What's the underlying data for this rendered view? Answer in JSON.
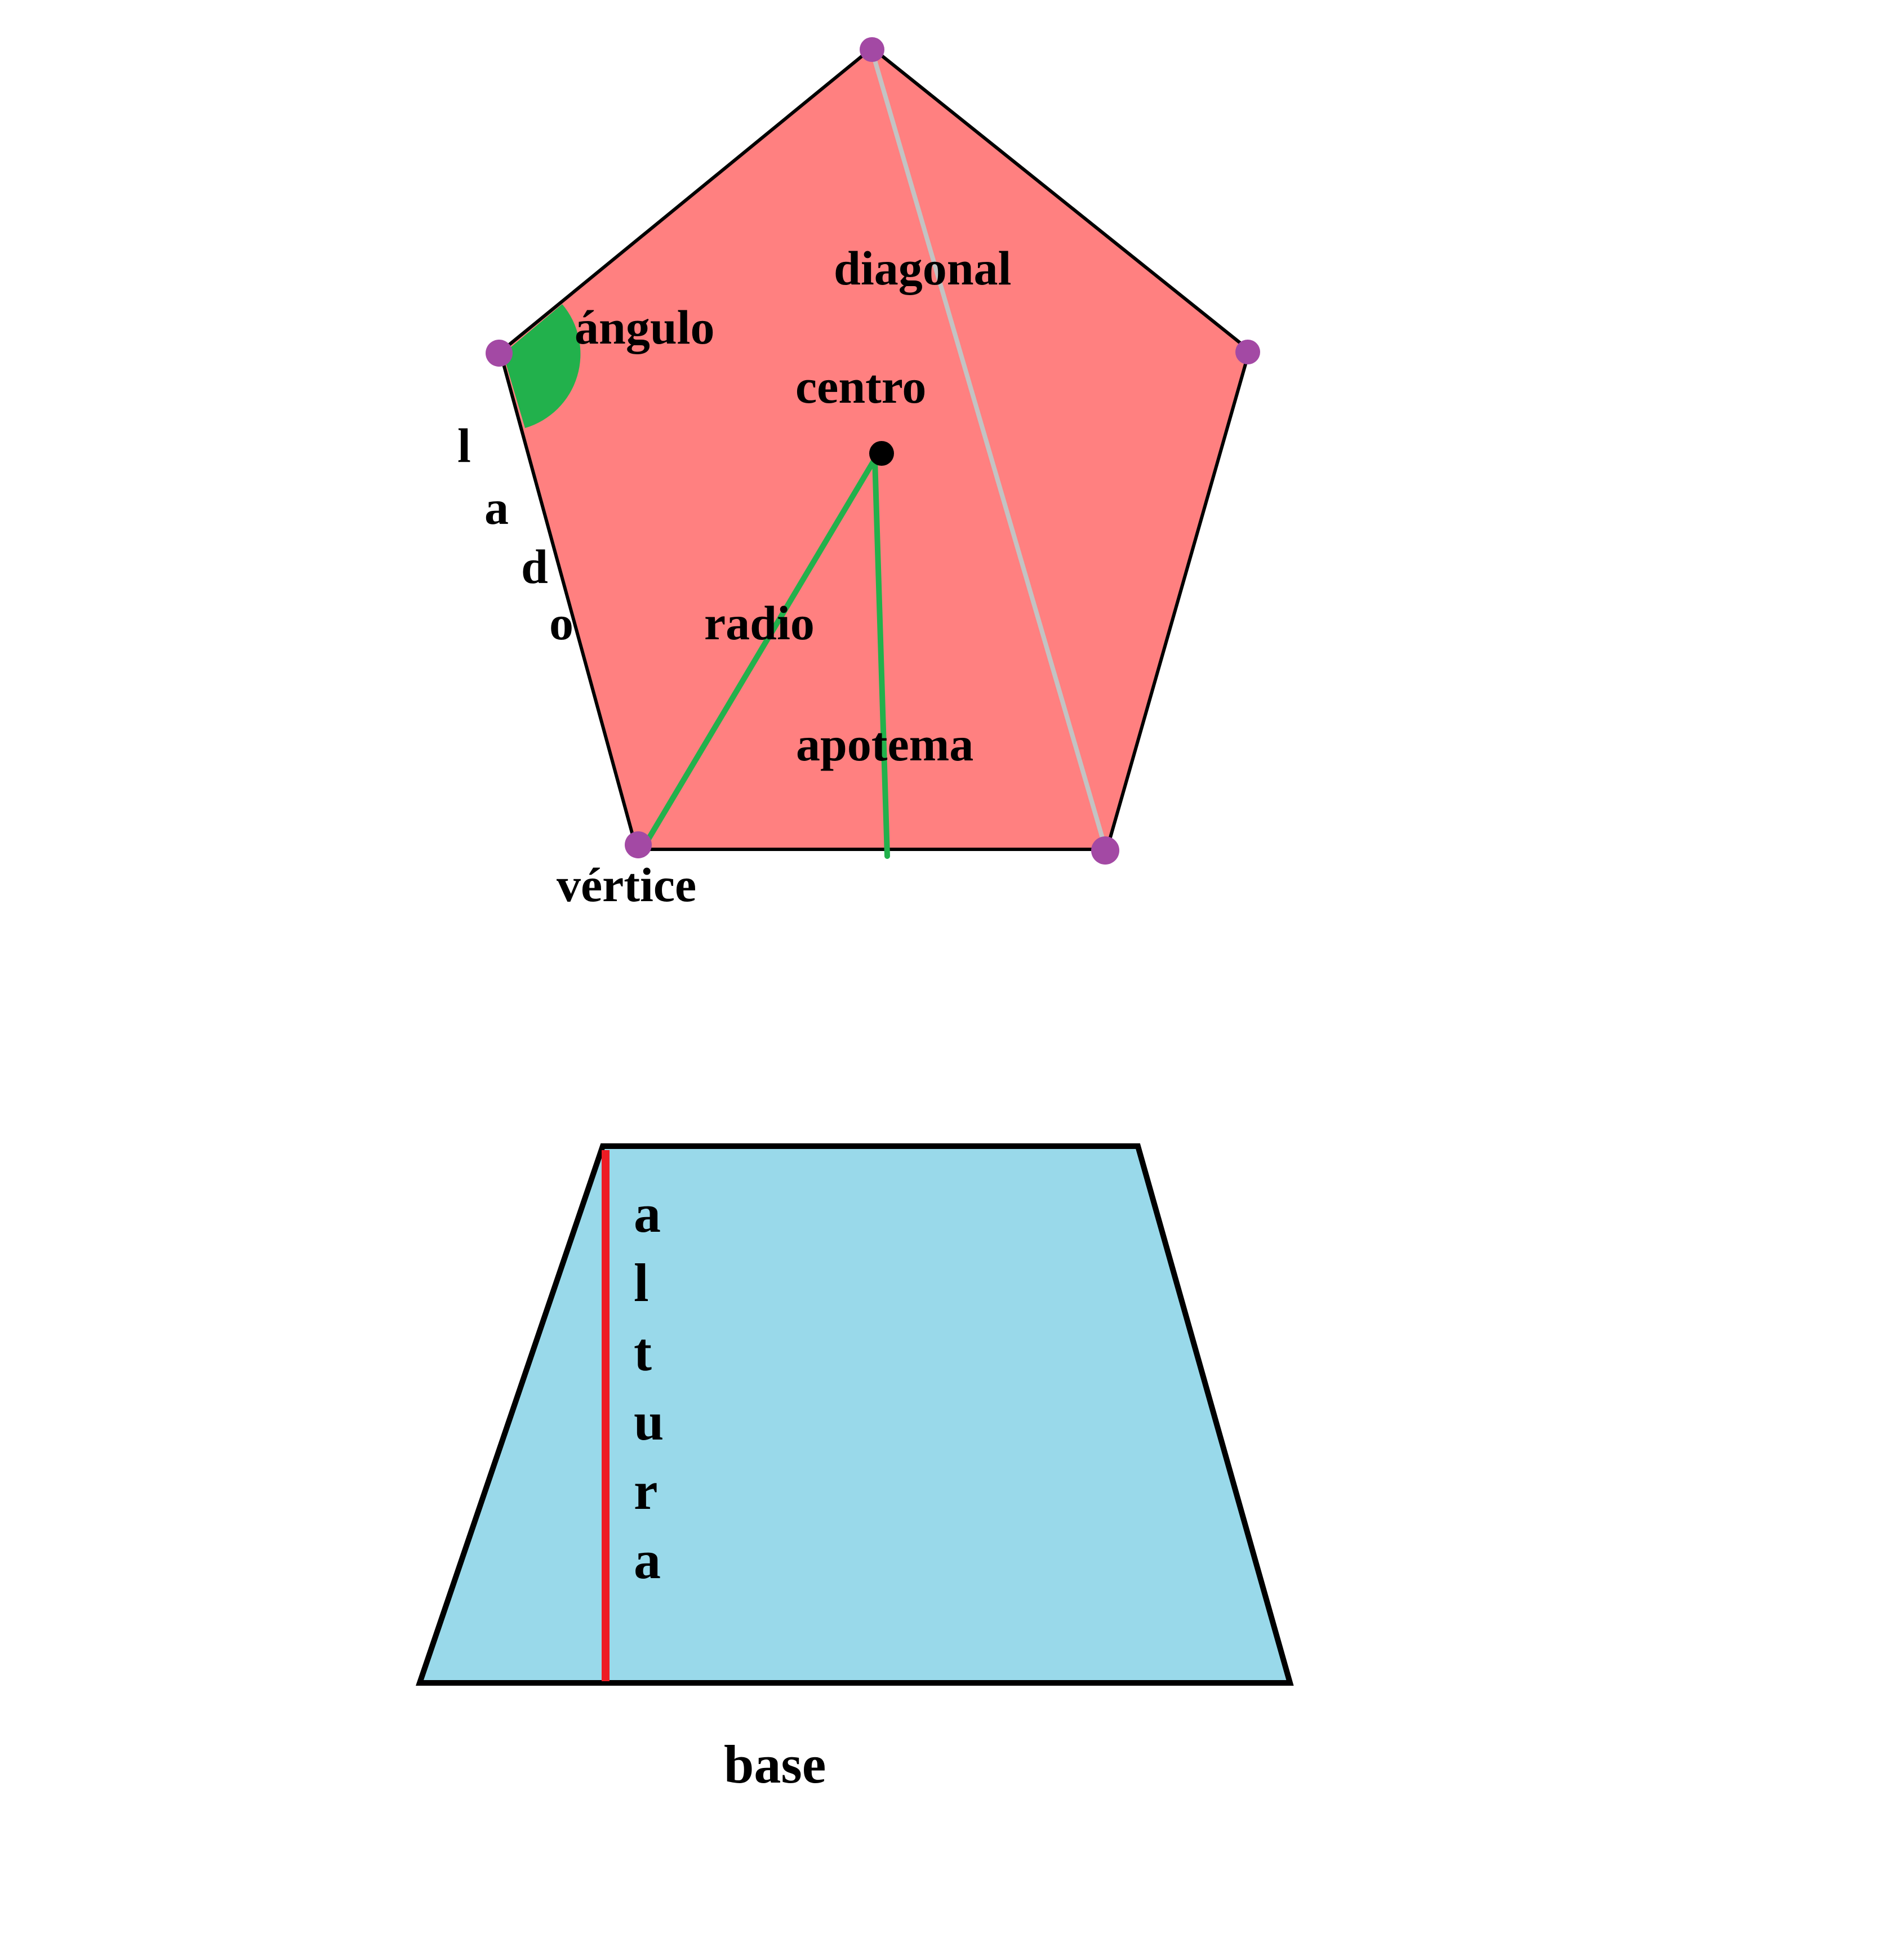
{
  "colors": {
    "pentagon_fill": "#ff8080",
    "trapezoid_fill": "#99d9ea",
    "outline": "#000000",
    "vertex_dot": "#a349a4",
    "radius_apothem": "#22b14c",
    "angle_wedge": "#22b14c",
    "diagonal_line": "#c3c3c3",
    "height_line": "#ed1c24",
    "center_dot": "#000000"
  },
  "pentagon": {
    "labels": {
      "diagonal": "diagonal",
      "angle": "ángulo",
      "center": "centro",
      "side_letters": [
        "l",
        "a",
        "d",
        "o"
      ],
      "radius": "radio",
      "apothem": "apotema",
      "vertex": "vértice"
    }
  },
  "trapezoid": {
    "labels": {
      "height_letters": [
        "a",
        "l",
        "t",
        "u",
        "r",
        "a"
      ],
      "base": "base"
    }
  }
}
